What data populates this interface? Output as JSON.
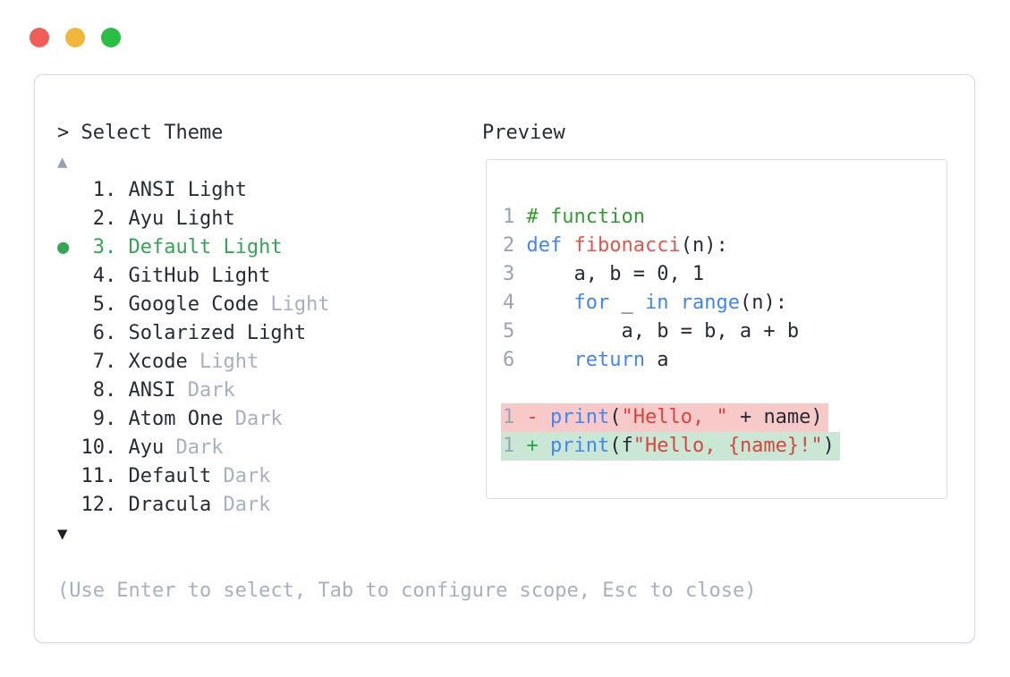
{
  "window": {
    "traffic_lights": [
      {
        "name": "close",
        "color": "#f15e5a"
      },
      {
        "name": "minimize",
        "color": "#f2b63c"
      },
      {
        "name": "maximize",
        "color": "#2cbd45"
      }
    ]
  },
  "theme_selector": {
    "prompt": "> Select Theme",
    "scroll_up_indicator": "▲",
    "scroll_down_indicator": "▼",
    "selected_bullet": "●",
    "items": [
      {
        "number": "1",
        "name": "ANSI Light",
        "muted_suffix": "",
        "selected": false
      },
      {
        "number": "2",
        "name": "Ayu Light",
        "muted_suffix": "",
        "selected": false
      },
      {
        "number": "3",
        "name": "Default Light",
        "muted_suffix": "",
        "selected": true
      },
      {
        "number": "4",
        "name": "GitHub Light",
        "muted_suffix": "",
        "selected": false
      },
      {
        "number": "5",
        "name": "Google Code",
        "muted_suffix": "Light",
        "selected": false
      },
      {
        "number": "6",
        "name": "Solarized Light",
        "muted_suffix": "",
        "selected": false
      },
      {
        "number": "7",
        "name": "Xcode",
        "muted_suffix": "Light",
        "selected": false
      },
      {
        "number": "8",
        "name": "ANSI",
        "muted_suffix": "Dark",
        "selected": false
      },
      {
        "number": "9",
        "name": "Atom One",
        "muted_suffix": "Dark",
        "selected": false
      },
      {
        "number": "10",
        "name": "Ayu",
        "muted_suffix": "Dark",
        "selected": false
      },
      {
        "number": "11",
        "name": "Default",
        "muted_suffix": "Dark",
        "selected": false
      },
      {
        "number": "12",
        "name": "Dracula",
        "muted_suffix": "Dark",
        "selected": false
      }
    ],
    "hint": "(Use Enter to select, Tab to configure scope, Esc to close)"
  },
  "preview": {
    "label": "Preview",
    "code_lines": [
      {
        "number": "1",
        "diff": "",
        "segments": [
          [
            "# function",
            "comment"
          ]
        ]
      },
      {
        "number": "2",
        "diff": "",
        "segments": [
          [
            "def",
            "keyword"
          ],
          [
            " ",
            "plain"
          ],
          [
            "fibonacci",
            "function"
          ],
          [
            "(n):",
            "plain"
          ]
        ]
      },
      {
        "number": "3",
        "diff": "",
        "segments": [
          [
            "    a, b = 0, 1",
            "plain"
          ]
        ]
      },
      {
        "number": "4",
        "diff": "",
        "segments": [
          [
            "    ",
            "plain"
          ],
          [
            "for",
            "keyword"
          ],
          [
            " _ ",
            "plain"
          ],
          [
            "in",
            "keyword"
          ],
          [
            " ",
            "plain"
          ],
          [
            "range",
            "keyword"
          ],
          [
            "(n):",
            "plain"
          ]
        ]
      },
      {
        "number": "5",
        "diff": "",
        "segments": [
          [
            "        a, b = b, a + b",
            "plain"
          ]
        ]
      },
      {
        "number": "6",
        "diff": "",
        "segments": [
          [
            "    ",
            "plain"
          ],
          [
            "return",
            "keyword"
          ],
          [
            " a",
            "plain"
          ]
        ]
      },
      {
        "number": "",
        "diff": "",
        "segments": []
      },
      {
        "number": "1",
        "diff": "removed",
        "segments": [
          [
            "- ",
            "removed"
          ],
          [
            "print",
            "keyword"
          ],
          [
            "(",
            "plain"
          ],
          [
            "\"Hello, \"",
            "string"
          ],
          [
            " + name)",
            "plain"
          ]
        ]
      },
      {
        "number": "1",
        "diff": "added",
        "segments": [
          [
            "+ ",
            "added"
          ],
          [
            "print",
            "keyword"
          ],
          [
            "(f",
            "plain"
          ],
          [
            "\"Hello, {name}!\"",
            "string"
          ],
          [
            ")",
            "plain"
          ]
        ]
      }
    ]
  },
  "colors": {
    "text": "#272c34",
    "muted": "#a7afc0",
    "line_number": "#9aa3b4",
    "accent_green": "#35a554",
    "scroll_up": "#97a1b2",
    "scroll_down": "#1c2127",
    "panel_border": "#d5d9e1",
    "preview_border": "#d9dde3",
    "comment": "#2f9e2f",
    "keyword": "#4285f4",
    "function_name": "#e4544b",
    "string": "#d6463f",
    "removed": "#d6463f",
    "added": "#2aa150",
    "removed_bg": "#f8c9c9",
    "added_bg": "#c9e7d4"
  }
}
